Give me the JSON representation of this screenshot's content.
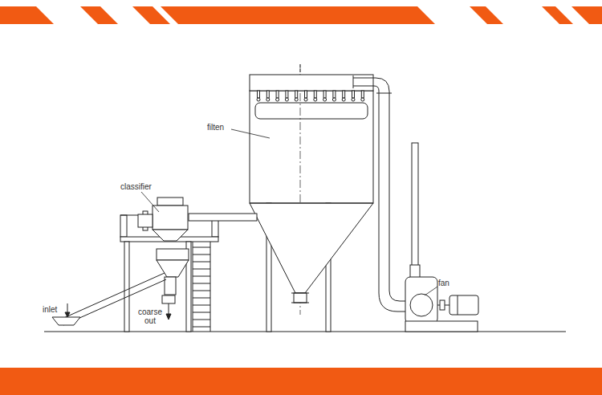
{
  "diagram": {
    "labels": [
      "classifier",
      "filten",
      "fan",
      "inlet",
      "coarse out"
    ]
  }
}
